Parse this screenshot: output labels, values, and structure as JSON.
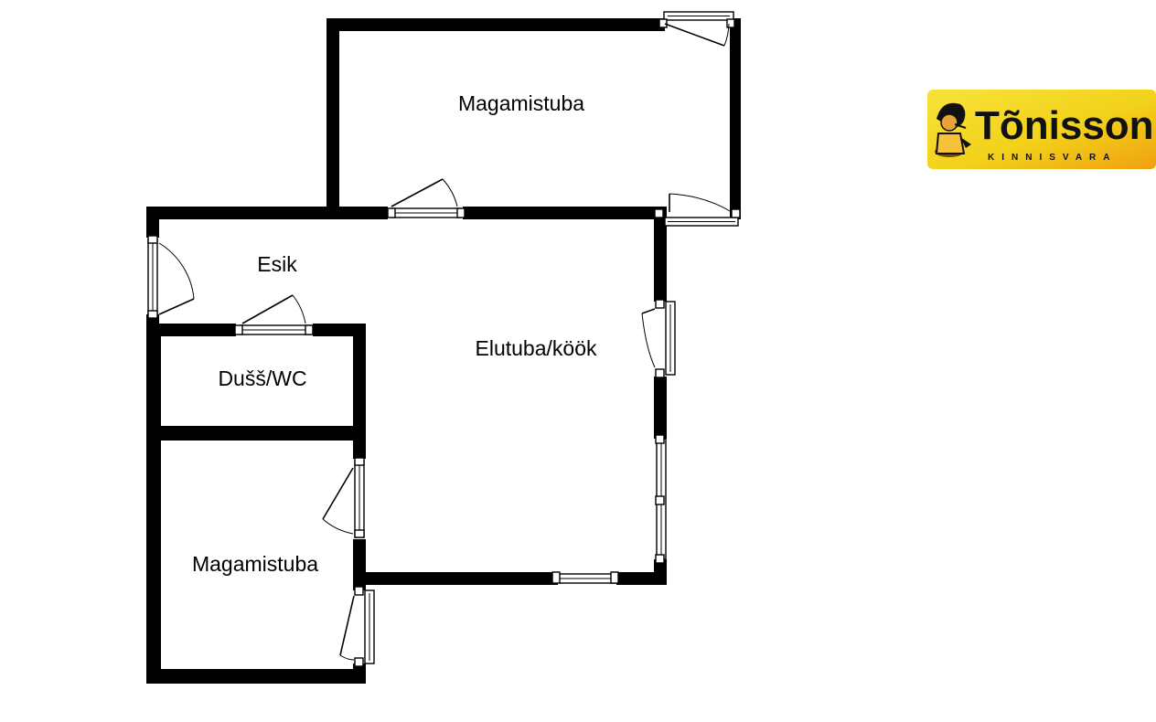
{
  "rooms": {
    "bedroom_top": "Magamistuba",
    "hall": "Esik",
    "living_kitchen": "Elutuba/köök",
    "bathroom": "Dušš/WC",
    "bedroom_bottom": "Magamistuba"
  },
  "logo": {
    "name": "Tõnisson",
    "tagline": "KINNISVARA"
  },
  "colors": {
    "wall": "#000000",
    "background": "#ffffff",
    "logo_yellow": "#f2d21a",
    "logo_orange": "#f0a010"
  }
}
